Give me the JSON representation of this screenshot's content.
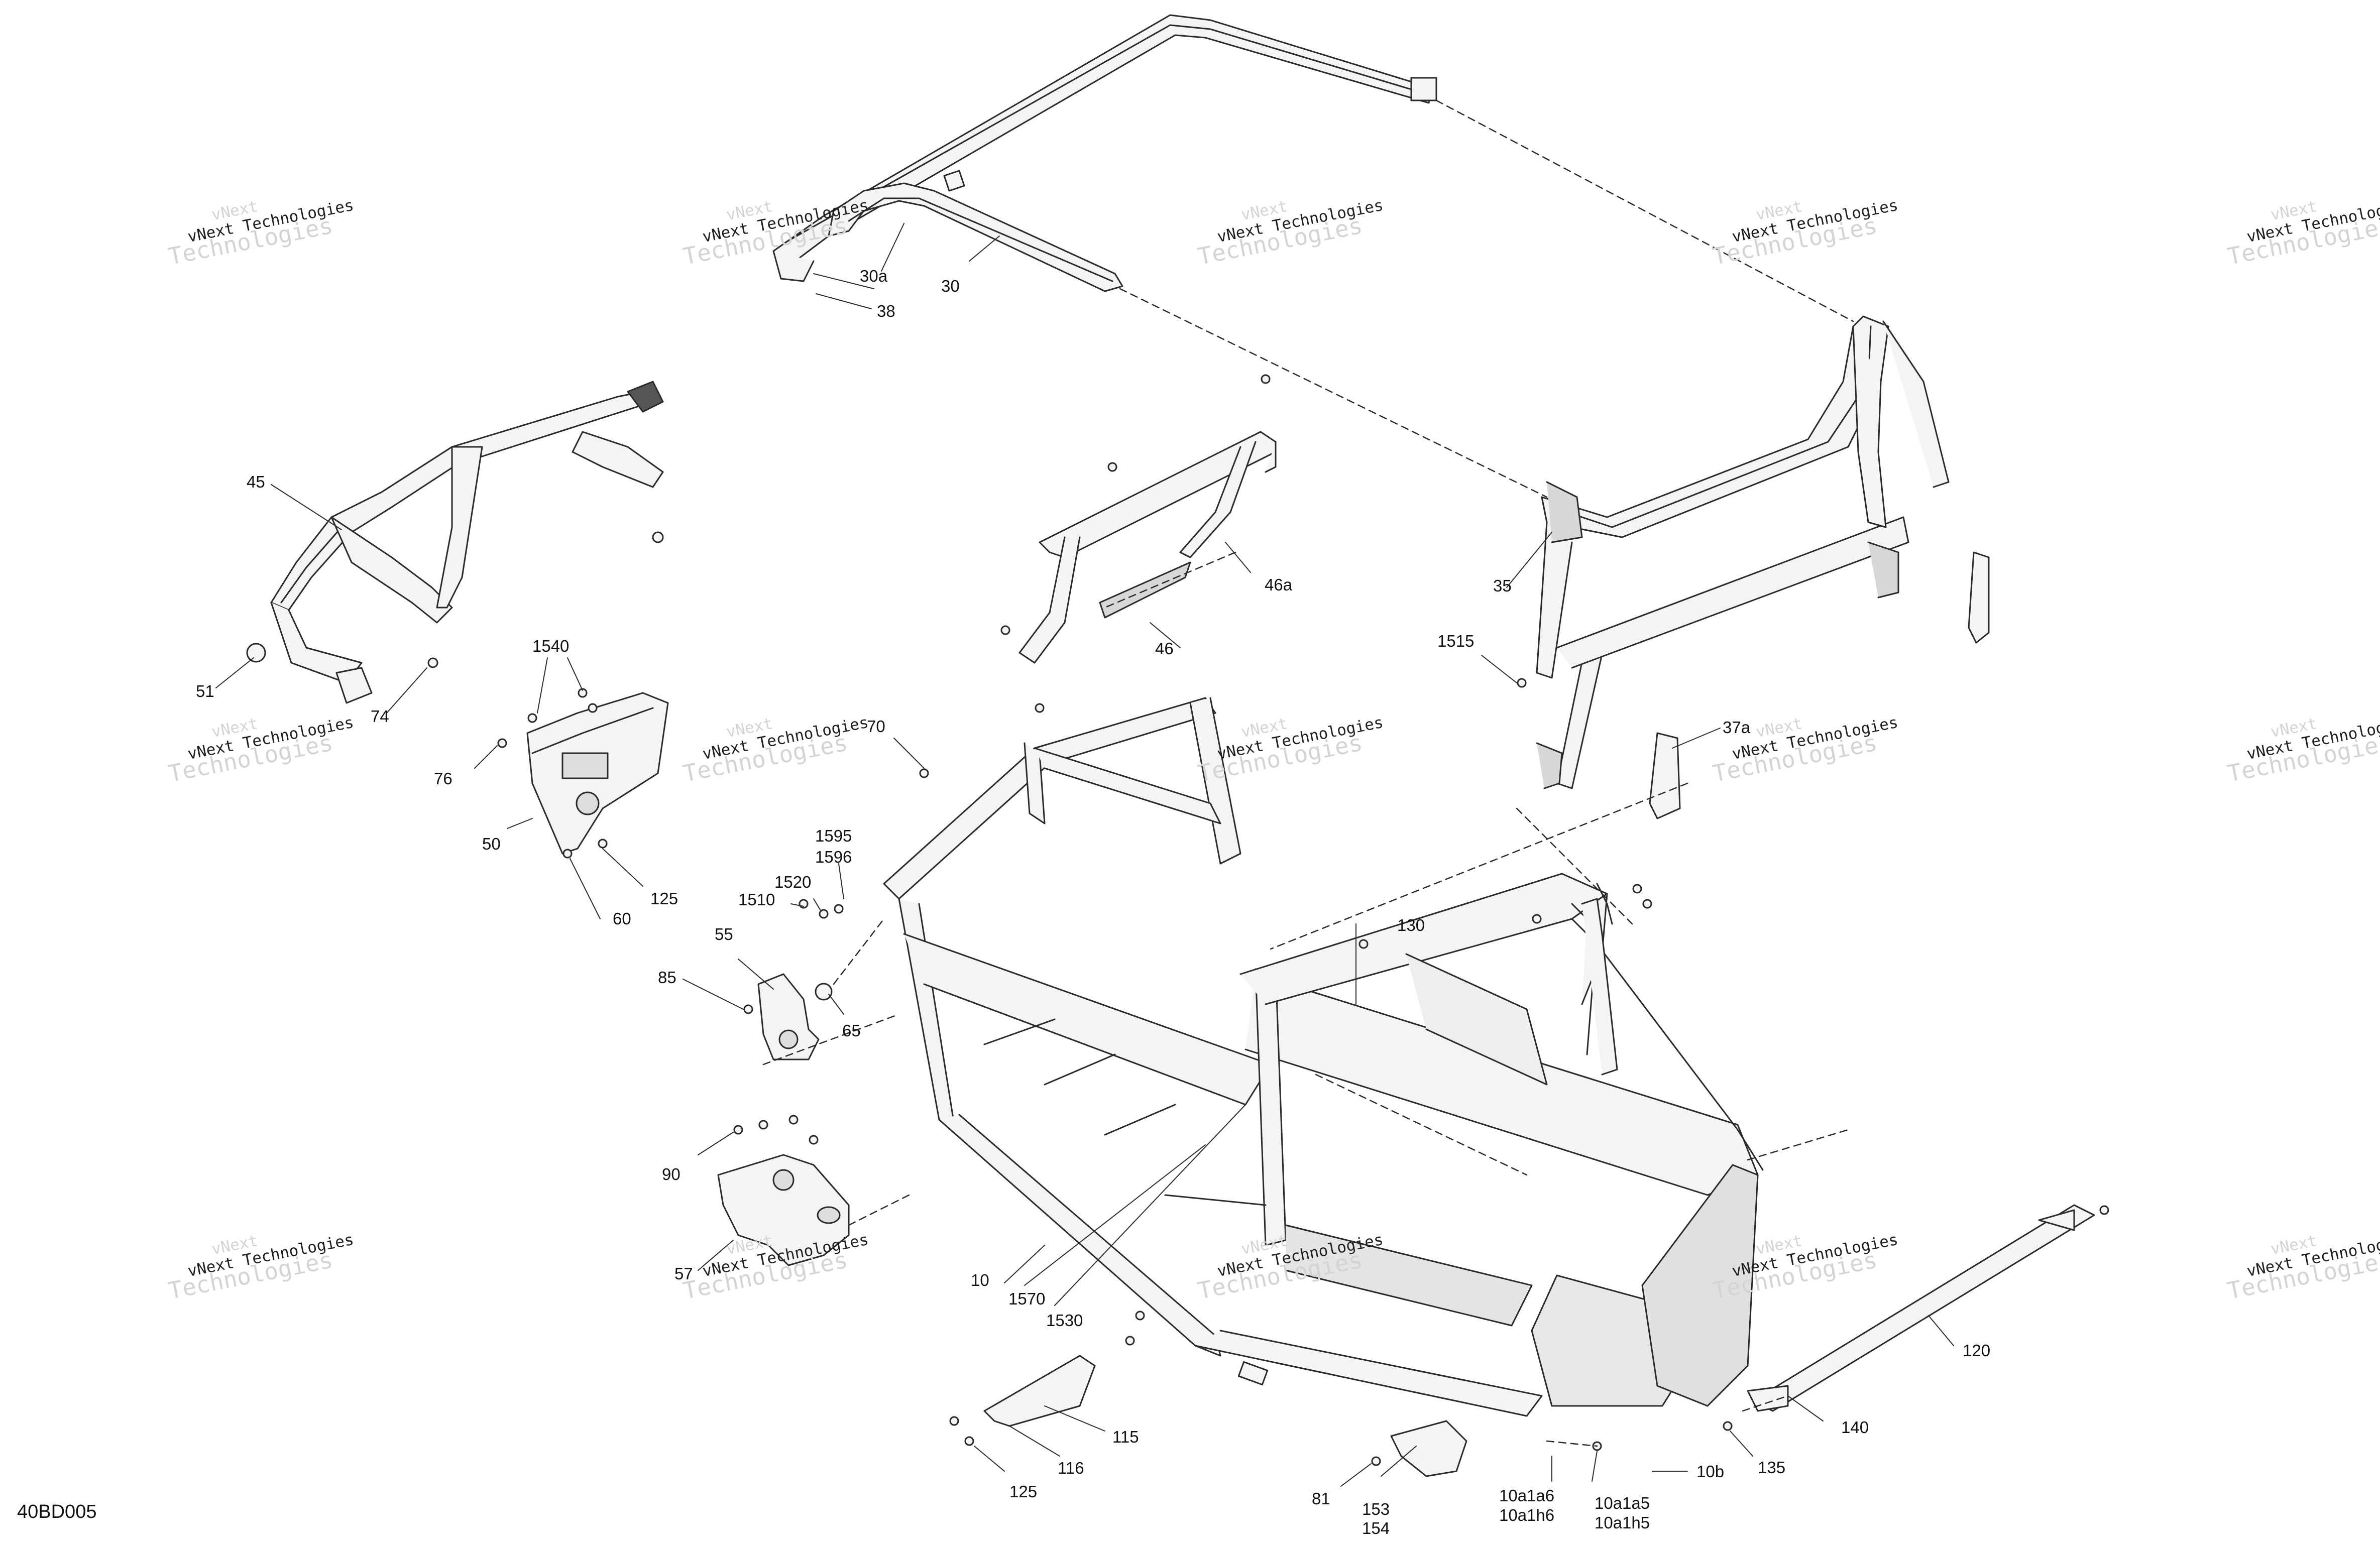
{
  "drawing_code": "40BD005",
  "watermark": {
    "line1": "vNext",
    "line2": "vNext Technologies",
    "line3": "Technologies"
  },
  "callouts": {
    "c30a": "30a",
    "c30": "30",
    "c38": "38",
    "c45": "45",
    "c51": "51",
    "c74": "74",
    "c46a": "46a",
    "c46": "46",
    "c35": "35",
    "c1515": "1515",
    "c37a": "37a",
    "c1540": "1540",
    "c76": "76",
    "c50": "50",
    "c60": "60",
    "c125a": "125",
    "c70": "70",
    "c1595": "1595",
    "c1596": "1596",
    "c1520": "1520",
    "c1510": "1510",
    "c55": "55",
    "c85": "85",
    "c65": "65",
    "c130": "130",
    "c90": "90",
    "c57": "57",
    "c10": "10",
    "c1570": "1570",
    "c1530": "1530",
    "c115": "115",
    "c116": "116",
    "c125b": "125",
    "c81": "81",
    "c153": "153",
    "c154": "154",
    "c10a1a6": "10a1a6",
    "c10a1h6": "10a1h6",
    "c10a1a5": "10a1a5",
    "c10a1h5": "10a1h5",
    "c10b": "10b",
    "c135": "135",
    "c140": "140",
    "c120": "120"
  },
  "colors": {
    "line": "#2a2a2a",
    "fill": "#f4f4f4",
    "shade": "#b9b9b9",
    "watermark": "#d4d4d4"
  }
}
